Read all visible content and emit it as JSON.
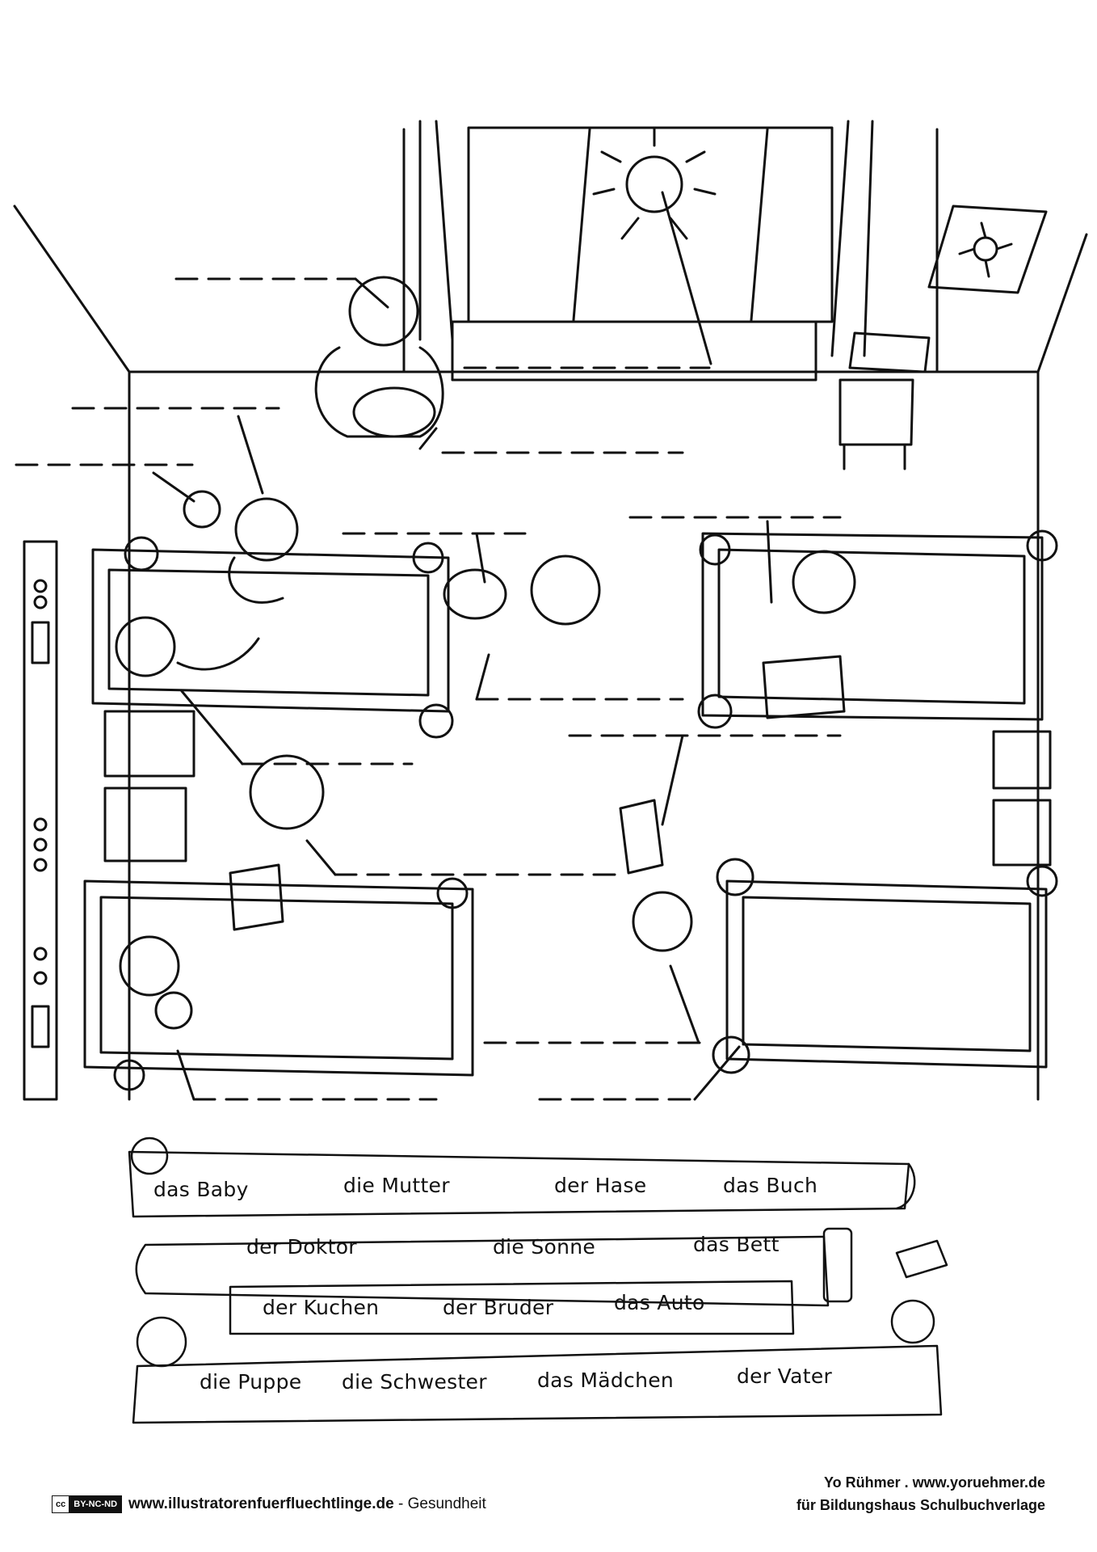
{
  "word_bank": {
    "row1": [
      "das Baby",
      "die Mutter",
      "der Hase",
      "das Buch"
    ],
    "row2": [
      "der Doktor",
      "die Sonne",
      "das Bett"
    ],
    "row3": [
      "der Kuchen",
      "der Bruder",
      "das Auto"
    ],
    "row4": [
      "die Puppe",
      "die Schwester",
      "das Mädchen",
      "der Vater"
    ]
  },
  "footer": {
    "license_cc": "cc",
    "license": "BY-NC-ND",
    "website": "www.illustratorenfuerfluechtlinge.de",
    "separator": " - ",
    "topic": "Gesundheit",
    "credit_line1": "Yo Rühmer . www.yoruehmer.de",
    "credit_line2": "für Bildungshaus Schulbuchverlage"
  }
}
